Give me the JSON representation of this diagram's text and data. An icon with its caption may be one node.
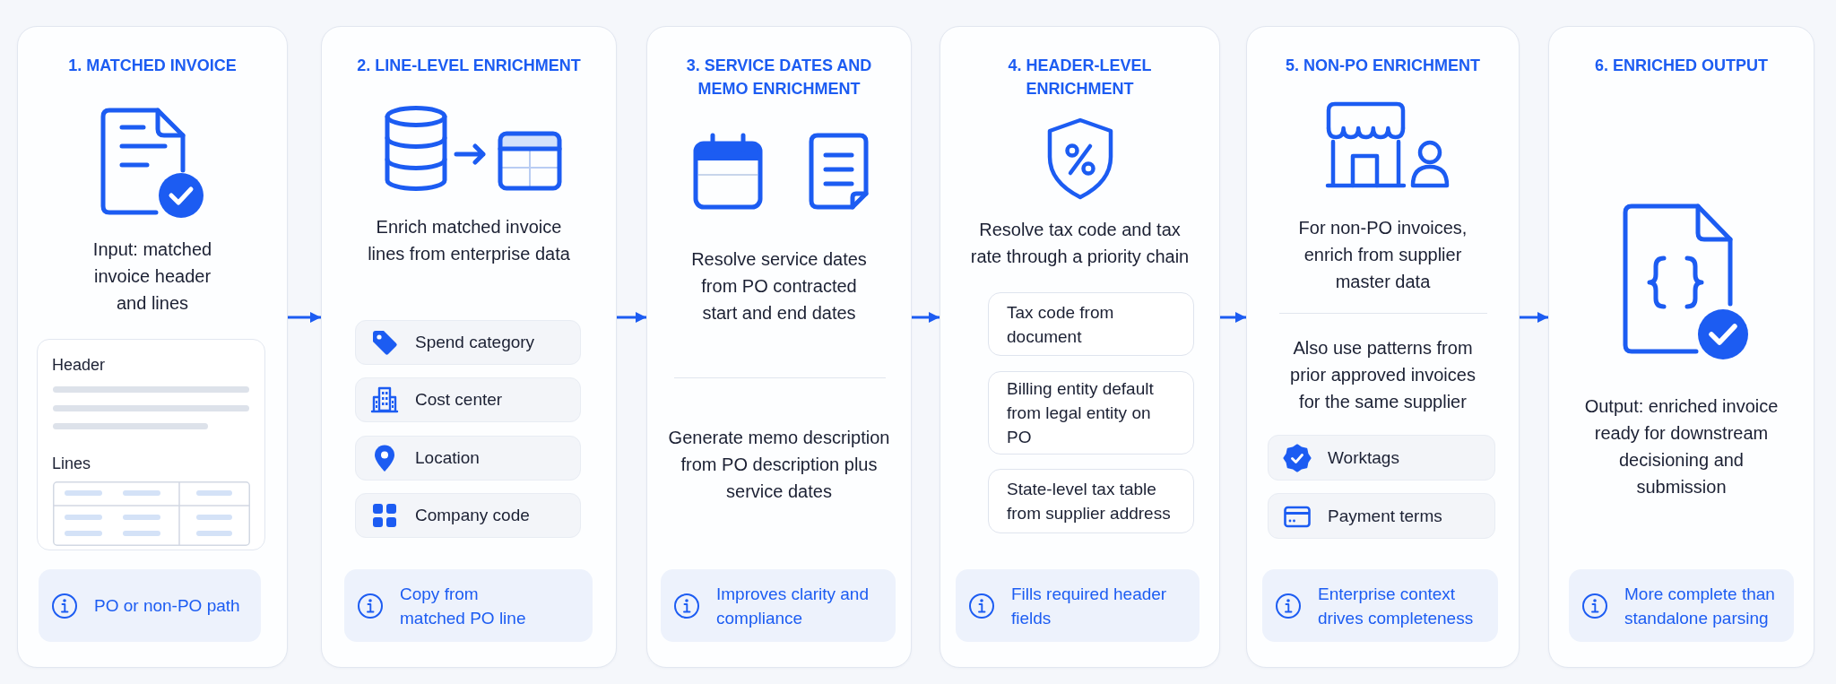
{
  "diagram": {
    "nodes": [
      {
        "text": [
          "1. MATCHED INVOICE",
          "Input: matched invoice header and lines"
        ]
      },
      {
        "text": [
          "Header",
          "Lines"
        ],
        "in": 0
      },
      {
        "text": [
          "PO or non-PO path"
        ],
        "in": 0
      },
      {
        "text": [
          "2. LINE-LEVEL ENRICHMENT",
          "Enrich matched invoice lines from enterprise data"
        ]
      },
      {
        "text": [
          "Spend category"
        ],
        "in": 3
      },
      {
        "text": [
          "Cost center"
        ],
        "in": 3
      },
      {
        "text": [
          "Location"
        ],
        "in": 3
      },
      {
        "text": [
          "Company code"
        ],
        "in": 3
      },
      {
        "text": [
          "Copy from matched PO line"
        ],
        "in": 3
      },
      {
        "text": [
          "3. SERVICE DATES AND MEMO ENRICHMENT",
          "Resolve service dates from PO contracted start and end dates",
          "Generate memo description from PO description plus service dates"
        ]
      },
      {
        "text": [
          "Improves clarity and compliance"
        ],
        "in": 9
      },
      {
        "text": [
          "4. HEADER-LEVEL ENRICHMENT",
          "Resolve tax code and tax rate through a priority chain"
        ]
      },
      {
        "text": [
          "Tax code from document"
        ],
        "in": 11
      },
      {
        "text": [
          "Billing entity default from legal entity on PO"
        ],
        "in": 11
      },
      {
        "text": [
          "State-level tax table from supplier address"
        ],
        "in": 11
      },
      {
        "text": [
          "Fills required header fields"
        ],
        "in": 11
      },
      {
        "text": [
          "5. NON-PO ENRICHMENT",
          "For non-PO invoices, enrich from supplier master data",
          "Also use patterns from prior approved invoices for the same supplier"
        ]
      },
      {
        "text": [
          "Worktags"
        ],
        "in": 16
      },
      {
        "text": [
          "Payment terms"
        ],
        "in": 16
      },
      {
        "text": [
          "Enterprise context drives completeness"
        ],
        "in": 16
      },
      {
        "text": [
          "6. ENRICHED OUTPUT",
          "Output: enriched invoice ready for downstream decisioning and submission"
        ]
      },
      {
        "text": [
          "More complete than standalone parsing"
        ],
        "in": 20
      }
    ],
    "edges": [
      {
        "from": 0,
        "to": 3,
        "arrow": "to"
      },
      {
        "from": 3,
        "to": 9,
        "arrow": "to"
      },
      {
        "from": 9,
        "to": 11,
        "arrow": "to"
      },
      {
        "from": 11,
        "to": 16,
        "arrow": "to"
      },
      {
        "from": 16,
        "to": 20,
        "arrow": "to"
      }
    ]
  }
}
